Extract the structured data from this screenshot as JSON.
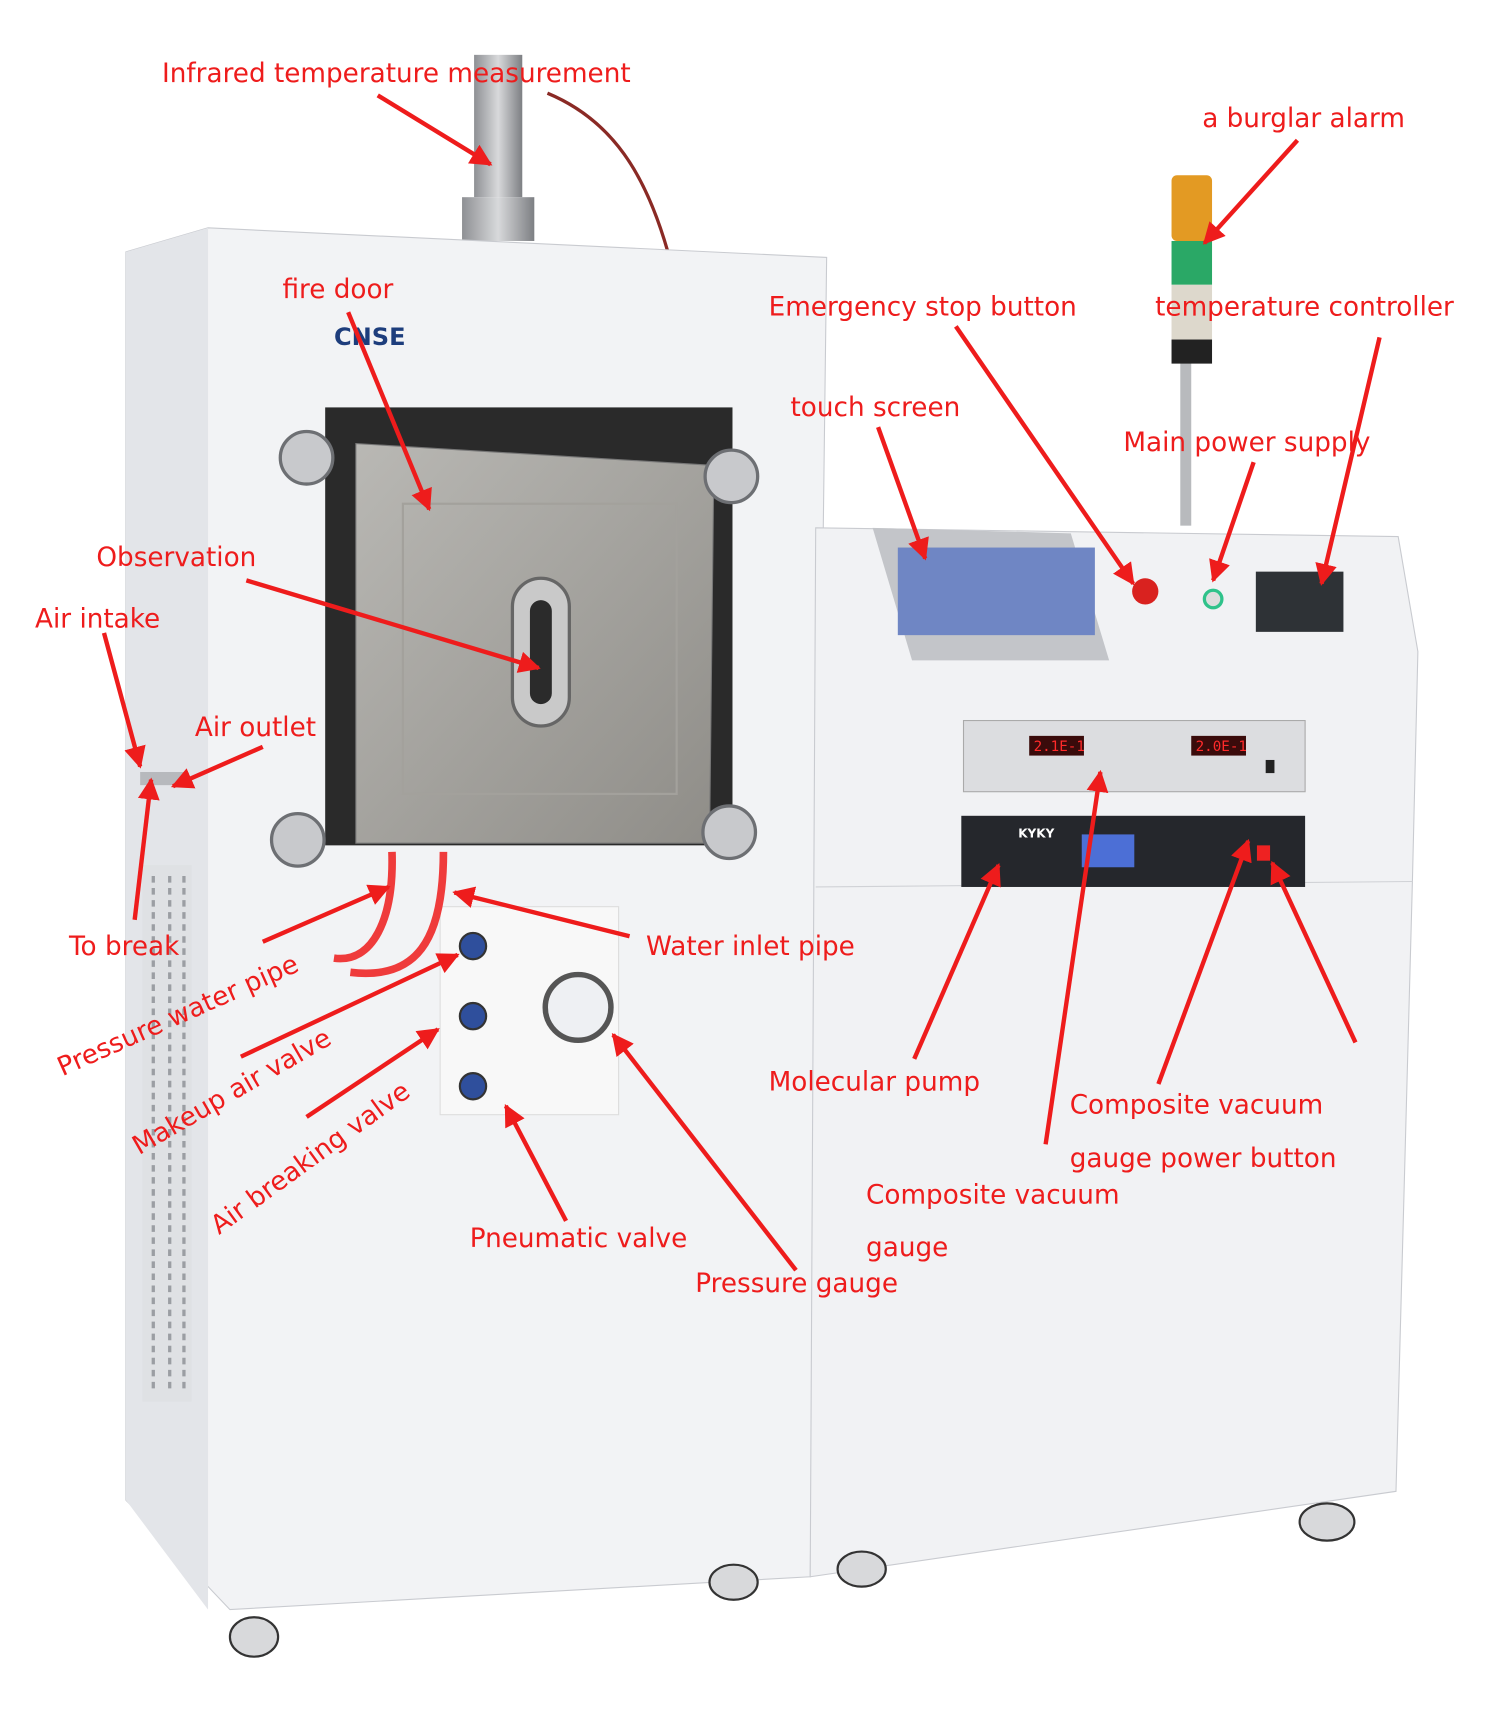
{
  "colors": {
    "label": "#ee1c1c",
    "cabinet": "#f2f3f5",
    "panel_dark": "#2a2d33"
  },
  "machine": {
    "brand_logo": "CNSE",
    "molecular_pump_brand": "KYKY",
    "gauge_display_1": "2.1E-1",
    "gauge_display_2": "2.0E-1"
  },
  "labels": {
    "infrared": "Infrared temperature measurement",
    "burglar_alarm": "a burglar alarm",
    "fire_door": "fire door",
    "emergency_stop": "Emergency stop button",
    "temperature_controller": "temperature controller",
    "touch_screen": "touch screen",
    "main_power": "Main power supply",
    "observation": "Observation",
    "air_intake": "Air intake",
    "air_outlet": "Air outlet",
    "to_break": "To break",
    "water_inlet": "Water inlet pipe",
    "pressure_water": "Pressure water pipe",
    "makeup_air": "Makeup air valve",
    "air_breaking": "Air breaking valve",
    "molecular_pump": "Molecular pump",
    "composite_power_line1": "Composite vacuum",
    "composite_power_line2": "gauge power button",
    "composite_gauge_line1": "Composite vacuum",
    "composite_gauge_line2": "gauge",
    "pneumatic_valve": "Pneumatic valve",
    "pressure_gauge": "Pressure gauge"
  }
}
